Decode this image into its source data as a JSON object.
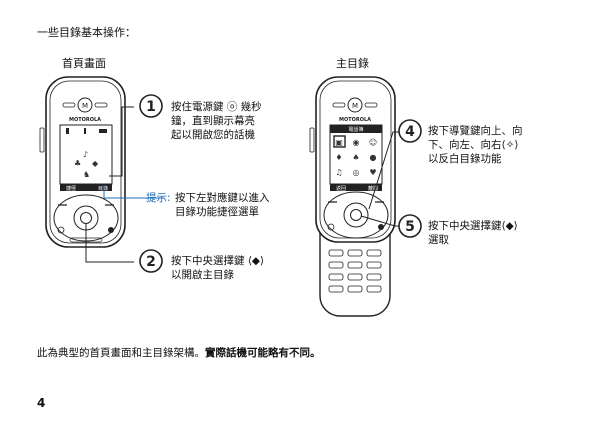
{
  "intro": "一些目錄基本操作：",
  "home_screen": {
    "title": "首頁畫面",
    "brand": "MOTOROLA",
    "softkey_left": "捷徑",
    "softkey_right": "目錄"
  },
  "main_menu": {
    "title": "主目錄",
    "brand": "MOTOROLA",
    "screen_title": "電話簿",
    "softkey_left": "返回",
    "softkey_right": "離開"
  },
  "callouts": {
    "c1_num": "1",
    "c1_text": "按住電源鍵 ⓞ 幾秒\n鐘，直到顯示幕亮\n起以開啟您的話機",
    "tip_label": "提示:",
    "tip_text": "按下左對應鍵以進入\n目錄功能捷徑選單",
    "c2_num": "2",
    "c2_text": "按下中央選擇鍵 ⟨◆⟩\n以開啟主目錄",
    "c4_num": "4",
    "c4_text": "按下導覽鍵向上、向\n下、向左、向右⟨✧⟩\n以反白目錄功能",
    "c5_num": "5",
    "c5_text": "按下中央選擇鍵⟨◆⟩\n選取"
  },
  "footer": {
    "normal": "此為典型的首頁畫面和主目錄架構。",
    "bold": "實際話機可能略有不同。"
  },
  "page_number": "4"
}
